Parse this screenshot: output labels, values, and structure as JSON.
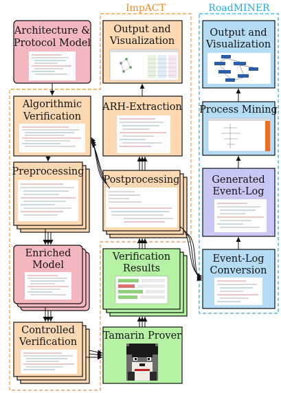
{
  "groups": {
    "impact": {
      "label": "ImpACT",
      "color": "#f28c28"
    },
    "roadminer": {
      "label": "RoadMINER",
      "color": "#29a8e0"
    }
  },
  "nodes": {
    "architecture": {
      "line1": "Architecture &",
      "line2": "Protocol Model"
    },
    "algorithmic": {
      "line1": "Algorithmic",
      "line2": "Verification"
    },
    "preprocessing": {
      "line1": "Preprocessing"
    },
    "enriched": {
      "line1": "Enriched",
      "line2": "Model"
    },
    "controlled": {
      "line1": "Controlled",
      "line2": "Verification"
    },
    "output_impact": {
      "line1": "Output and",
      "line2": "Visualization"
    },
    "arh": {
      "line1": "ARH-Extraction"
    },
    "postprocessing": {
      "line1": "Postprocessing"
    },
    "verification_results": {
      "line1": "Verification",
      "line2": "Results"
    },
    "tamarin": {
      "line1": "Tamarin Prover"
    },
    "output_road": {
      "line1": "Output and",
      "line2": "Visualization"
    },
    "process_mining": {
      "line1": "Process Mining"
    },
    "event_log": {
      "line1": "Generated",
      "line2": "Event-Log"
    },
    "conversion": {
      "line1": "Event-Log",
      "line2": "Conversion"
    }
  },
  "colors": {
    "orange_fill": "#fdd9b3",
    "pink_fill": "#f4b7c0",
    "green_fill": "#b6f2a4",
    "blue_fill": "#b5dcf5",
    "lavender_fill": "#c8c8f5"
  }
}
